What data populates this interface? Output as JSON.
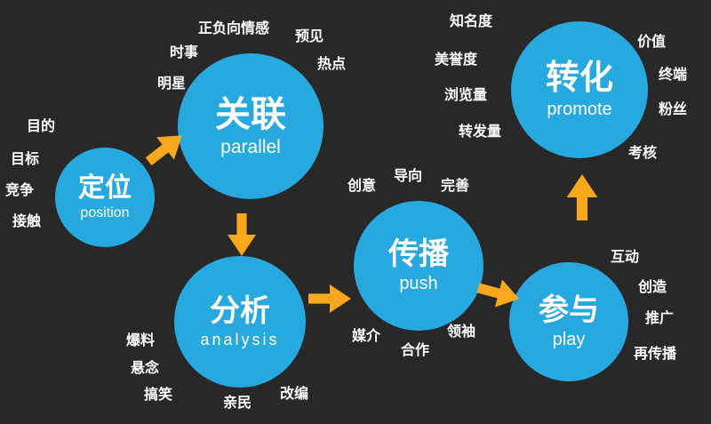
{
  "colors": {
    "background": "#282828",
    "circle": "#27a9e0",
    "arrow": "#f9a81b",
    "text": "#ffffff"
  },
  "nodes": {
    "position": {
      "zh": "定位",
      "en": "position"
    },
    "parallel": {
      "zh": "关联",
      "en": "parallel"
    },
    "analysis": {
      "zh": "分析",
      "en": "analysis"
    },
    "push": {
      "zh": "传播",
      "en": "push"
    },
    "play": {
      "zh": "参与",
      "en": "play"
    },
    "promote": {
      "zh": "转化",
      "en": "promote"
    }
  },
  "satellites": {
    "position": [
      "目的",
      "目标",
      "竞争",
      "接触"
    ],
    "parallel": [
      "正负向情感",
      "预见",
      "时事",
      "热点",
      "明星"
    ],
    "promote_left": [
      "知名度",
      "美誉度",
      "浏览量",
      "转发量"
    ],
    "promote_right": [
      "价值",
      "终端",
      "粉丝",
      "考核"
    ],
    "push_top": [
      "创意",
      "导向",
      "完善"
    ],
    "push_bottom": [
      "媒介",
      "合作",
      "领袖"
    ],
    "analysis": [
      "爆料",
      "悬念",
      "搞笑",
      "亲民",
      "改编"
    ],
    "play": [
      "互动",
      "创造",
      "推广",
      "再传播"
    ]
  }
}
